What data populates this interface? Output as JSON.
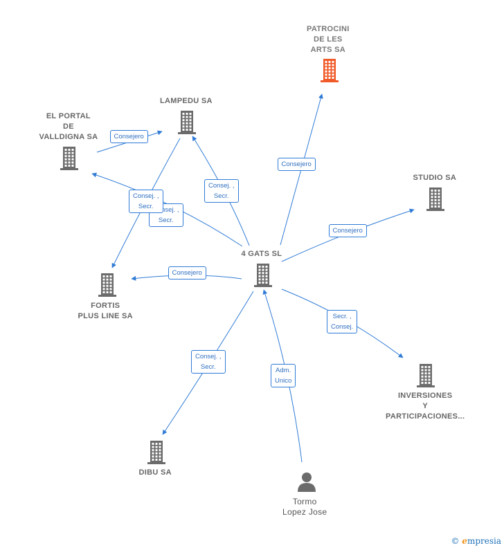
{
  "nodes": [
    {
      "id": "gats",
      "label": "4 GATS SL",
      "kind": "company"
    },
    {
      "id": "patrocini",
      "label": "PATROCINI\nDE LES\nARTS SA",
      "kind": "company-highlight"
    },
    {
      "id": "lampedu",
      "label": "LAMPEDU SA",
      "kind": "company"
    },
    {
      "id": "portal",
      "label": "EL PORTAL\nDE\nVALLDIGNA SA",
      "kind": "company"
    },
    {
      "id": "studio",
      "label": "STUDIO SA",
      "kind": "company"
    },
    {
      "id": "fortis",
      "label": "FORTIS\nPLUS LINE SA",
      "kind": "company"
    },
    {
      "id": "inversiones",
      "label": "INVERSIONES\nY\nPARTICIPACIONES...",
      "kind": "company"
    },
    {
      "id": "dibu",
      "label": "DIBU SA",
      "kind": "company"
    },
    {
      "id": "tormo",
      "label": "Tormo\nLopez Jose",
      "kind": "person"
    }
  ],
  "edges": [
    {
      "from": "gats",
      "to": "patrocini",
      "label": "Consejero"
    },
    {
      "from": "gats",
      "to": "lampedu",
      "label": "Consej. ,\nSecr."
    },
    {
      "from": "gats",
      "to": "portal",
      "label": "Consej. ,\nSecr."
    },
    {
      "from": "gats",
      "to": "studio",
      "label": "Consejero"
    },
    {
      "from": "gats",
      "to": "fortis",
      "label": "Consejero"
    },
    {
      "from": "gats",
      "to": "inversiones",
      "label": "Secr. ,\nConsej."
    },
    {
      "from": "gats",
      "to": "dibu",
      "label": "Consej. ,\nSecr."
    },
    {
      "from": "tormo",
      "to": "gats",
      "label": "Adm.\nUnico"
    },
    {
      "from": "portal",
      "to": "lampedu",
      "label": "Consejero"
    },
    {
      "from": "lampedu",
      "to": "fortis",
      "label": "Consej. ,\nSecr."
    }
  ],
  "colors": {
    "edge": "#2f7bd6",
    "company_icon": "#6b6b6b",
    "highlight_icon": "#f05a28",
    "person_icon": "#6b6b6b"
  },
  "footer": {
    "copyright": "©",
    "brand_e": "e",
    "brand_rest": "mpresia"
  }
}
